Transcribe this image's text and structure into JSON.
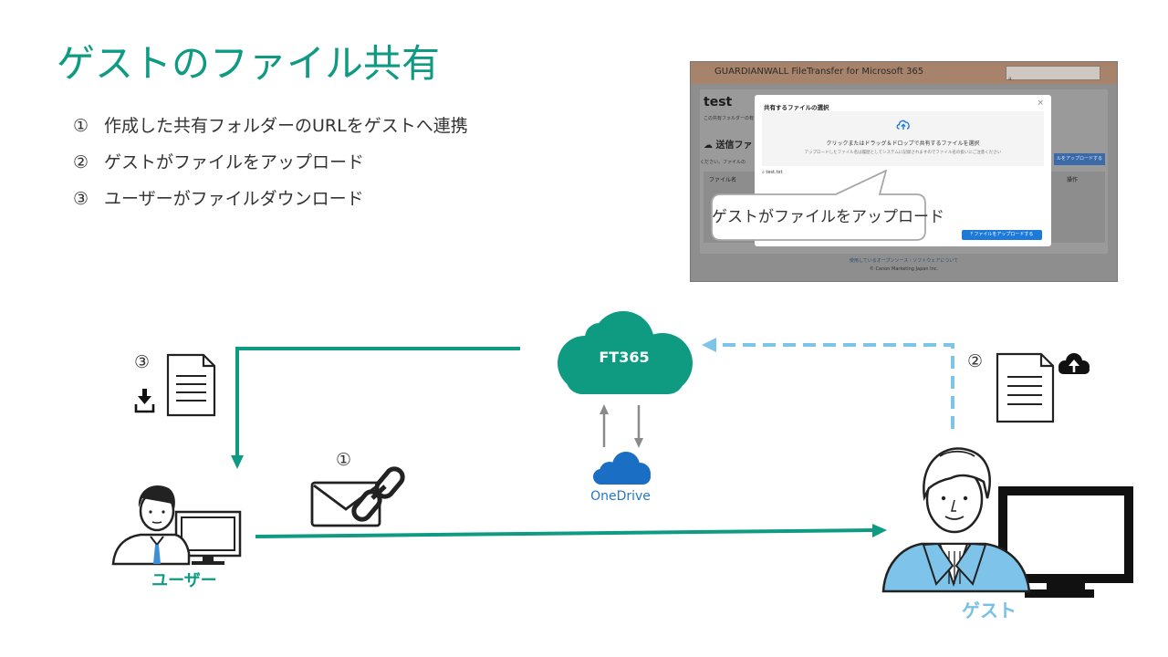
{
  "title": "ゲストのファイル共有",
  "steps": [
    {
      "num": "①",
      "text": "作成した共有フォルダーのURLをゲストへ連携"
    },
    {
      "num": "②",
      "text": "ゲストがファイルをアップロード"
    },
    {
      "num": "③",
      "text": "ユーザーがファイルダウンロード"
    }
  ],
  "screenshot": {
    "brand": "GUARDIANWALL FileTransfer for Microsoft 365",
    "user_prefix": "a",
    "page_title": "test",
    "page_subtitle": "この共有フォルダーの有",
    "section_title": "送信ファ",
    "note": "ください。ファイルの",
    "column_name": "ファイル名",
    "column_op": "操作",
    "bg_button": "ルをアップロードする",
    "modal_title": "共有するファイルの選択",
    "modal_close": "×",
    "drop_text": "クリックまたはドラッグ＆ドロップで共有するファイルを選択",
    "drop_note": "アップロードしたファイル名は履歴としてシステムに記録されますのでファイル名の扱いにご注意ください",
    "file_name": "test.txt",
    "upload_button": "ファイルをアップロードする",
    "footer_link": "使用しているオープンソース・ソフトウェアについて",
    "footer_copy": "© Canon Marketing Japan Inc."
  },
  "callout": "ゲストがファイルをアップロード",
  "diagram": {
    "cloud": "FT365",
    "onedrive": "OneDrive",
    "user": "ユーザー",
    "guest": "ゲスト",
    "marker_1": "①",
    "marker_2": "②",
    "marker_3": "③"
  },
  "colors": {
    "accent": "#0e9b82",
    "dashed_arrow": "#7cc4e8",
    "onedrive_blue": "#1a6fc4",
    "guest_shirt": "#7ec3e9"
  }
}
